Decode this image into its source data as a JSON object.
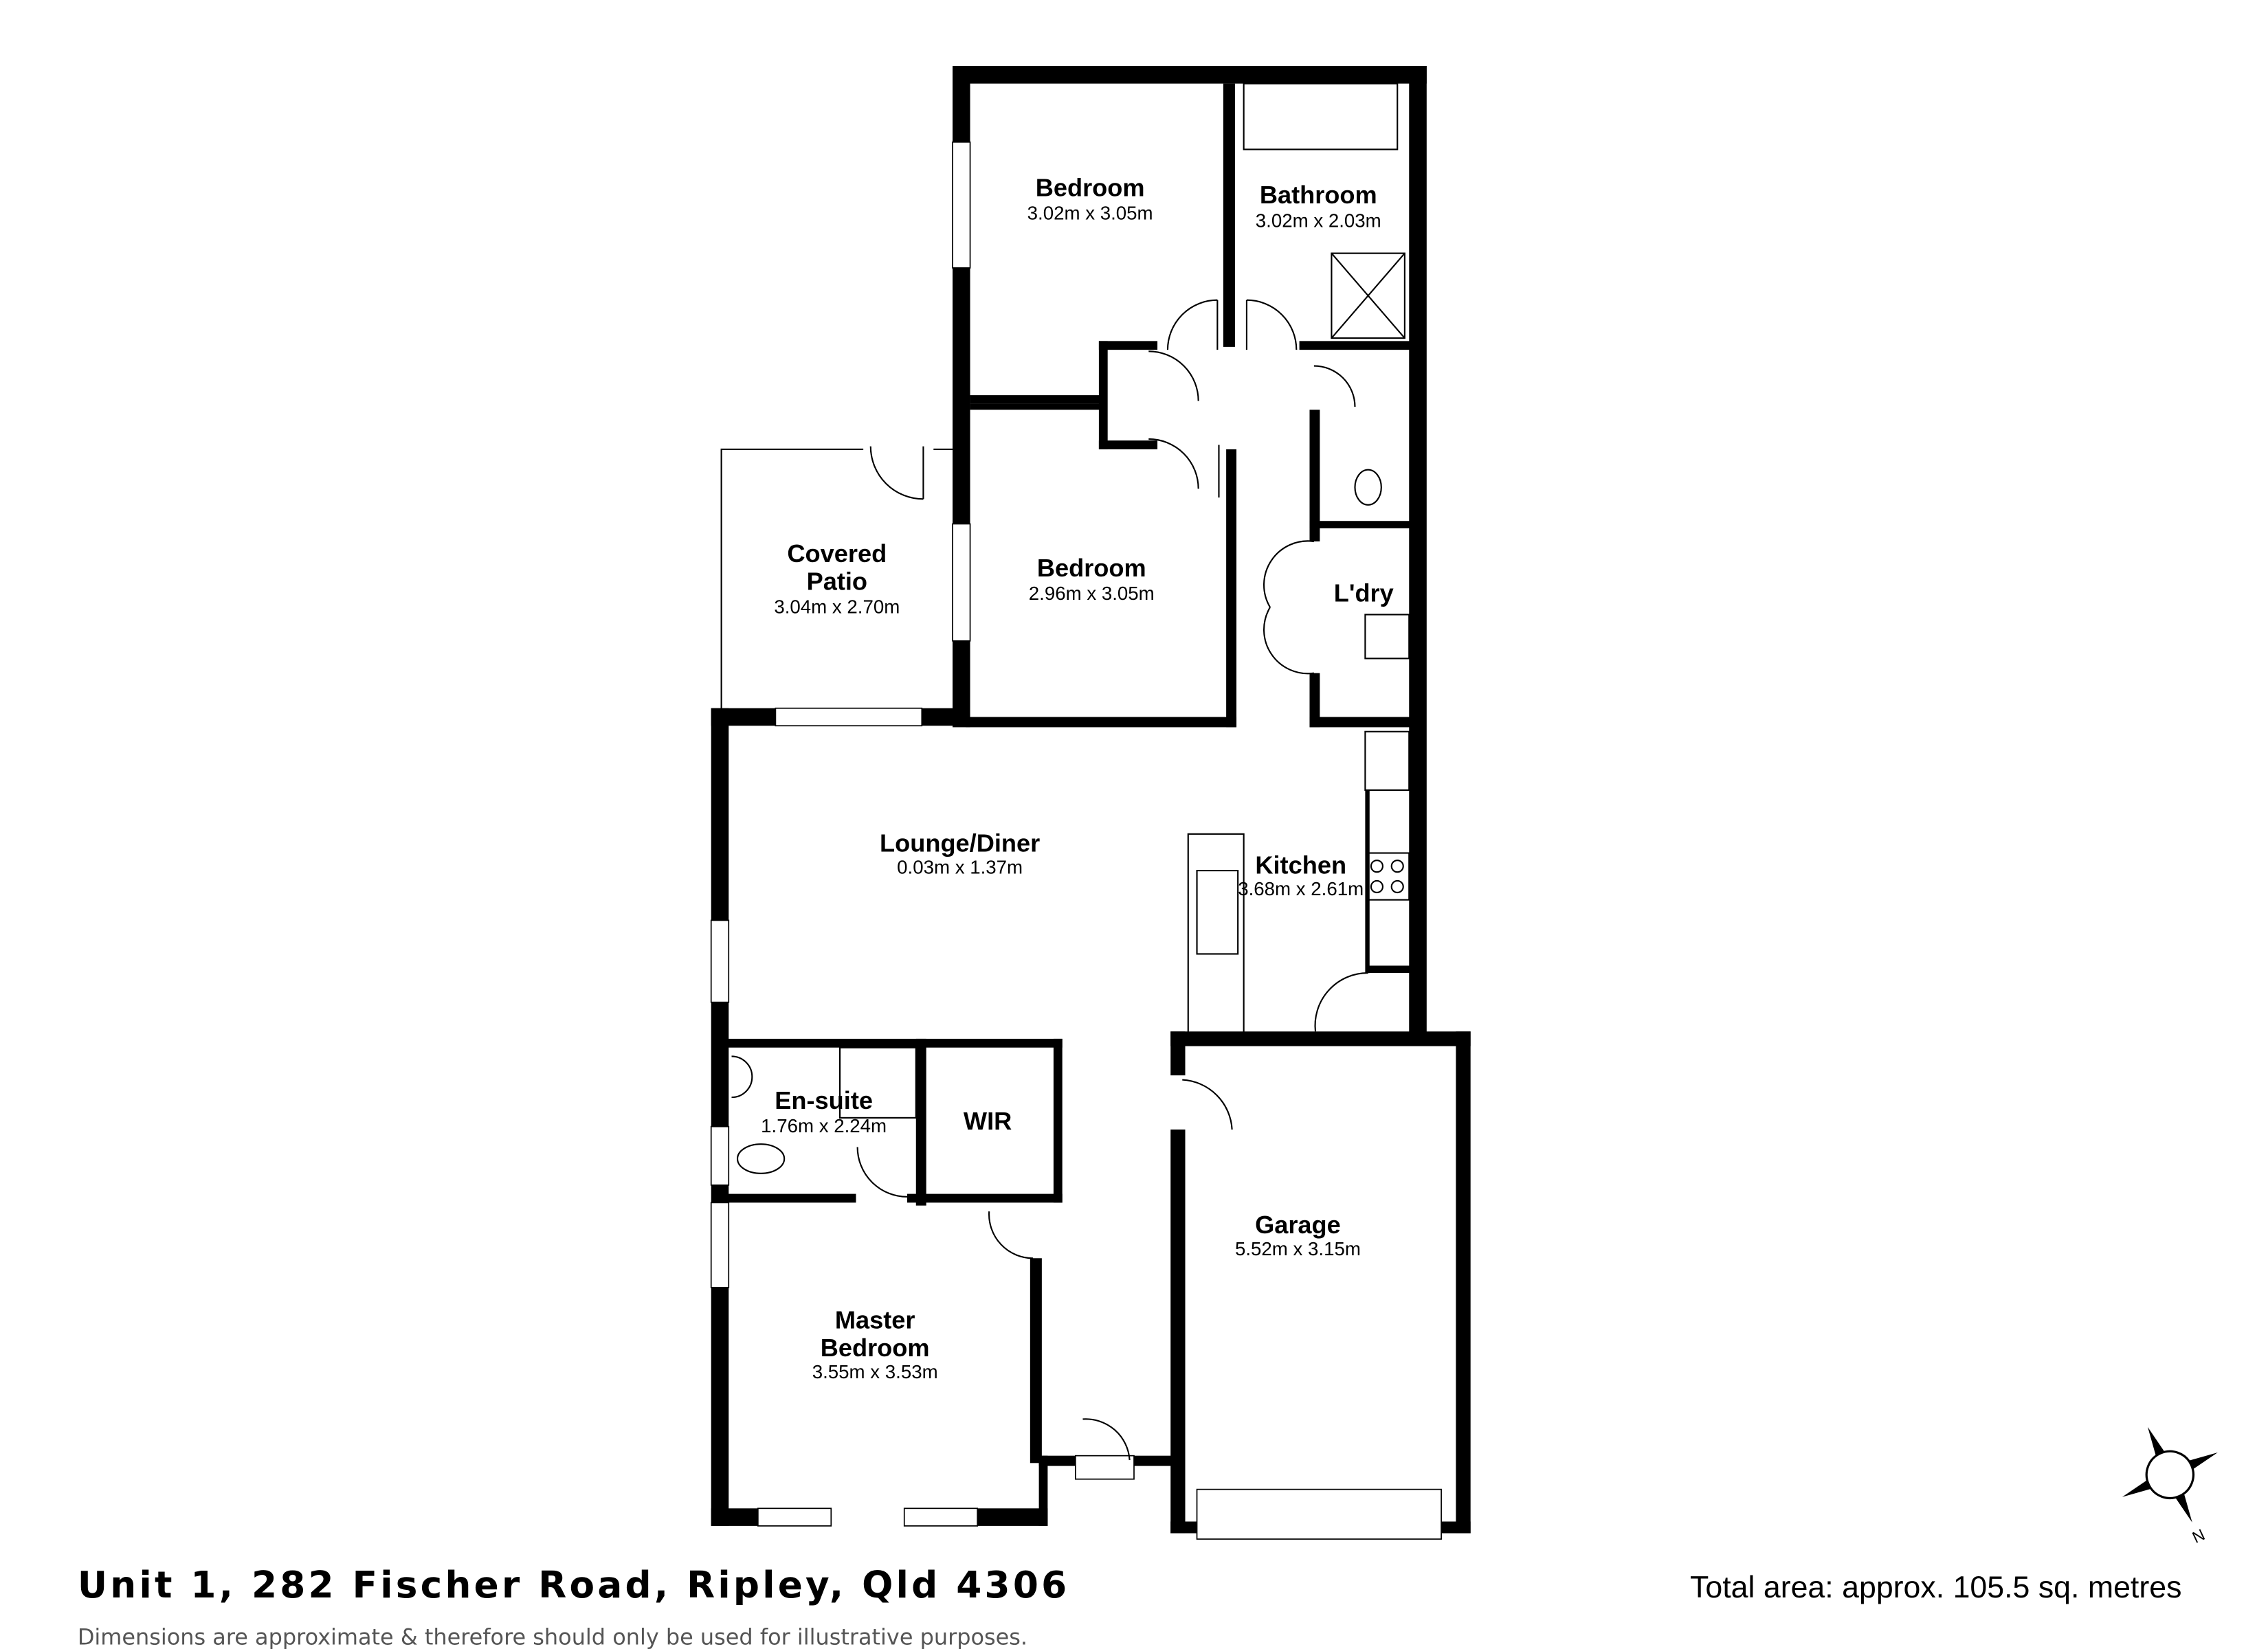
{
  "rooms": {
    "bedroom1": {
      "name": "Bedroom",
      "dims": "3.02m x 3.05m"
    },
    "bathroom": {
      "name": "Bathroom",
      "dims": "3.02m x 2.03m"
    },
    "covered_patio": {
      "name_line1": "Covered",
      "name_line2": "Patio",
      "dims": "3.04m x 2.70m"
    },
    "bedroom2": {
      "name": "Bedroom",
      "dims": "2.96m x 3.05m"
    },
    "laundry": {
      "name": "L'dry"
    },
    "lounge_diner": {
      "name": "Lounge/Diner",
      "dims": "0.03m x 1.37m"
    },
    "kitchen": {
      "name": "Kitchen",
      "dims": "3.68m x 2.61m"
    },
    "ensuite": {
      "name": "En-suite",
      "dims": "1.76m x 2.24m"
    },
    "wir": {
      "name": "WIR"
    },
    "garage": {
      "name": "Garage",
      "dims": "5.52m x 3.15m"
    },
    "master_bedroom": {
      "name_line1": "Master",
      "name_line2": "Bedroom",
      "dims": "3.55m x 3.53m"
    }
  },
  "footer": {
    "address": "Unit 1, 282 Fischer Road, Ripley, Qld 4306",
    "total_area": "Total area: approx. 105.5 sq. metres",
    "disclaimer": "Dimensions are approximate & therefore should only be used for illustrative purposes."
  },
  "compass": {
    "icon": "compass-icon",
    "label": "N"
  }
}
